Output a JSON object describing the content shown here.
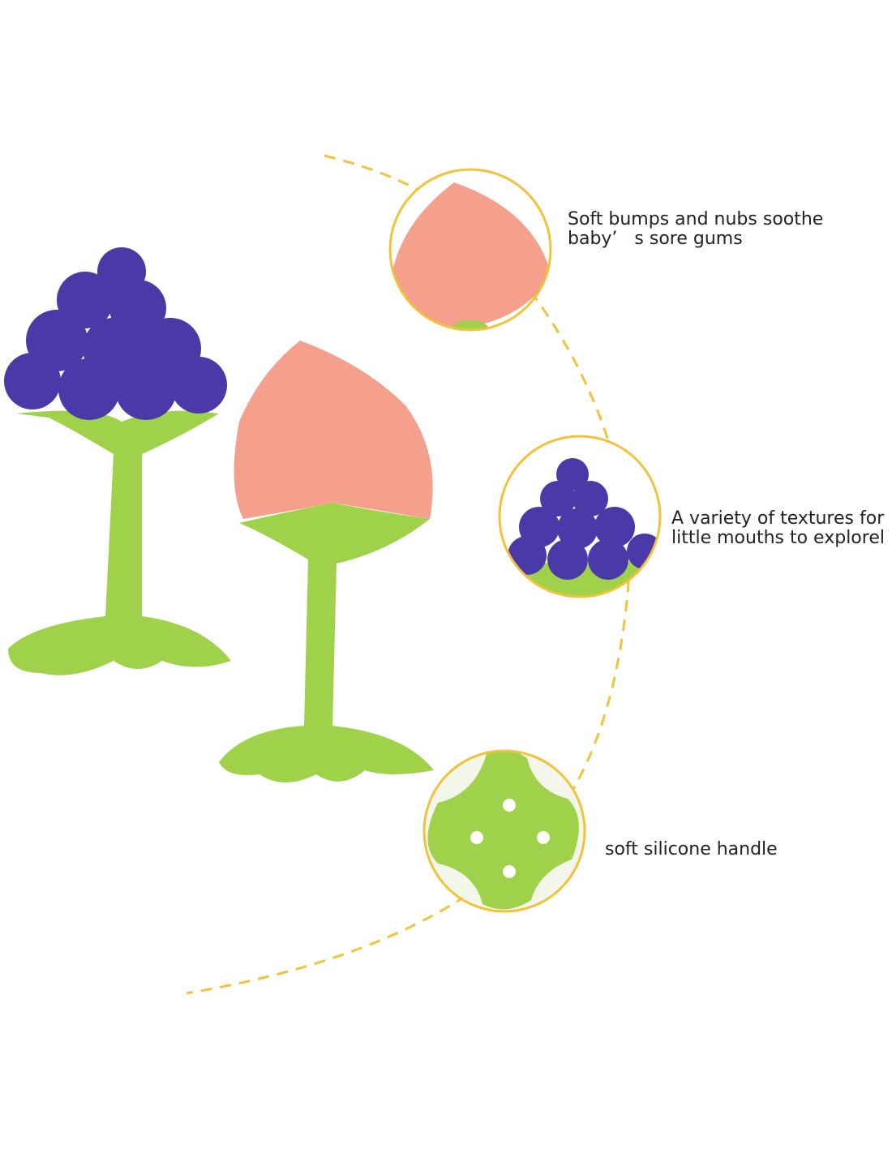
{
  "captions": {
    "bumps_line1": "Soft bumps and nubs soothe",
    "bumps_line2": "baby’   s sore gums",
    "textures_line1": "A variety of textures for",
    "textures_line2": "little mouths to explorel",
    "handle": "soft silicone handle"
  },
  "colors": {
    "grape": "#4a3aa8",
    "peach": "#f4a08c",
    "green": "#9fd24a",
    "dash": "#f2c23c"
  }
}
